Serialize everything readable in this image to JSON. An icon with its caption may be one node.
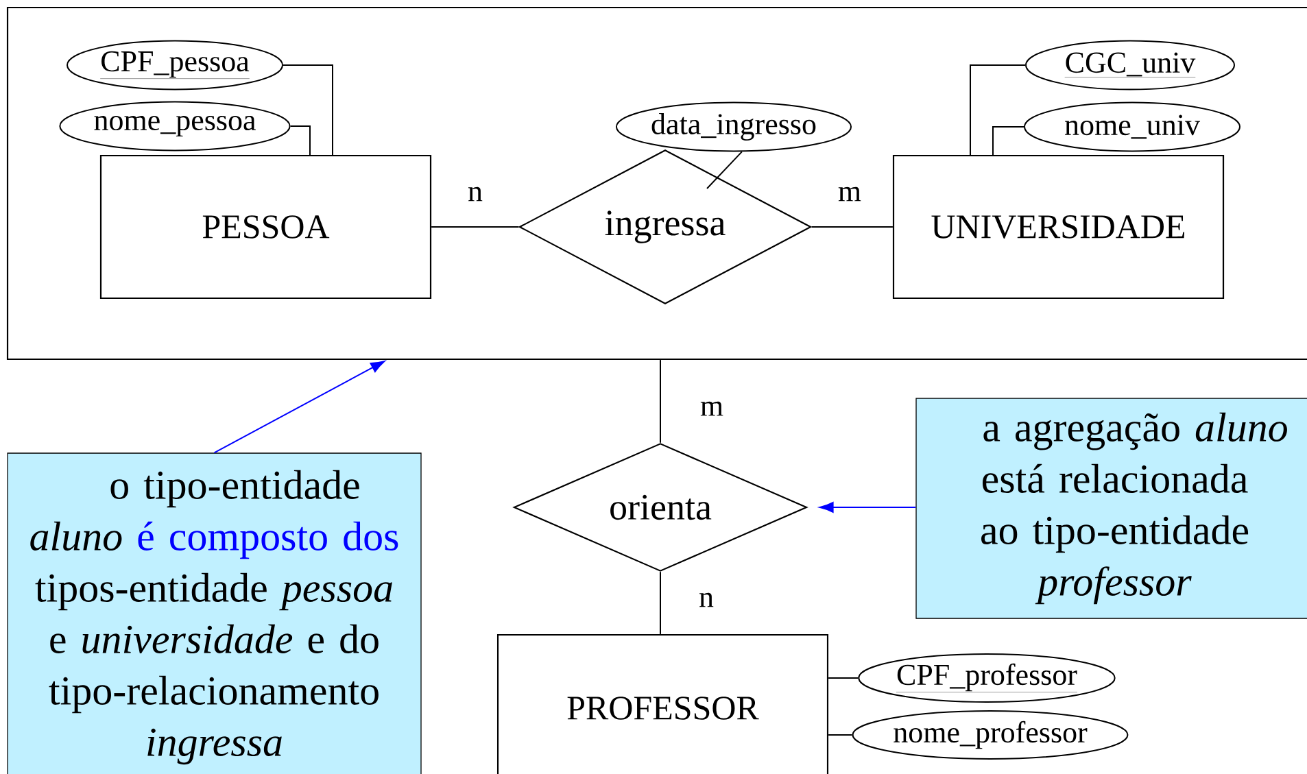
{
  "diagram": {
    "nodes": [
      {
        "text": [],
        "shape": "box"
      },
      {
        "text": [
          "CPF_pessoa"
        ],
        "in": 0
      },
      {
        "text": [
          "nome_pessoa"
        ],
        "in": 0
      },
      {
        "text": [
          "data_ingresso"
        ],
        "in": 0
      },
      {
        "text": [
          "CGC_univ"
        ],
        "in": 0
      },
      {
        "text": [
          "nome_univ"
        ],
        "in": 0
      },
      {
        "text": [
          "PESSOA"
        ],
        "in": 0
      },
      {
        "text": [
          "ingressa"
        ],
        "in": 0
      },
      {
        "text": [
          "UNIVERSIDADE"
        ],
        "in": 0
      },
      {
        "text": [
          "orienta"
        ]
      },
      {
        "text": [
          "a agregação *aluno* está relacionada ao tipo-entidade *professor*"
        ]
      },
      {
        "text": [
          "o tipo-entidade *aluno*",
          "é composto dos",
          "tipos-entidade *pessoa* e *universidade* e do tipo-relacionamento *ingressa*"
        ]
      },
      {
        "text": [
          "PROFESSOR"
        ]
      },
      {
        "text": [
          "CPF_professor"
        ]
      },
      {
        "text": [
          "nome_professor"
        ]
      }
    ],
    "edges": [
      {
        "from": 6,
        "to": 7,
        "arrow": "none",
        "label": "n"
      },
      {
        "from": 7,
        "to": 8,
        "arrow": "none",
        "label": "m"
      },
      {
        "from": 1,
        "to": 6,
        "arrow": "none"
      },
      {
        "from": 2,
        "to": 6,
        "arrow": "none"
      },
      {
        "from": 3,
        "to": 7,
        "arrow": "none"
      },
      {
        "from": 4,
        "to": 8,
        "arrow": "none"
      },
      {
        "from": 5,
        "to": 8,
        "arrow": "none"
      },
      {
        "from": 0,
        "to": 9,
        "arrow": "none",
        "label": "m"
      },
      {
        "from": 9,
        "to": 12,
        "arrow": "none",
        "label": "n"
      },
      {
        "from": 11,
        "to": 0,
        "arrow": "to",
        "color": "#0000ff"
      },
      {
        "from": 10,
        "to": 9,
        "arrow": "to",
        "color": "#0000ff"
      },
      {
        "from": 12,
        "to": 13,
        "arrow": "none"
      },
      {
        "from": 12,
        "to": 14,
        "arrow": "none"
      }
    ]
  }
}
